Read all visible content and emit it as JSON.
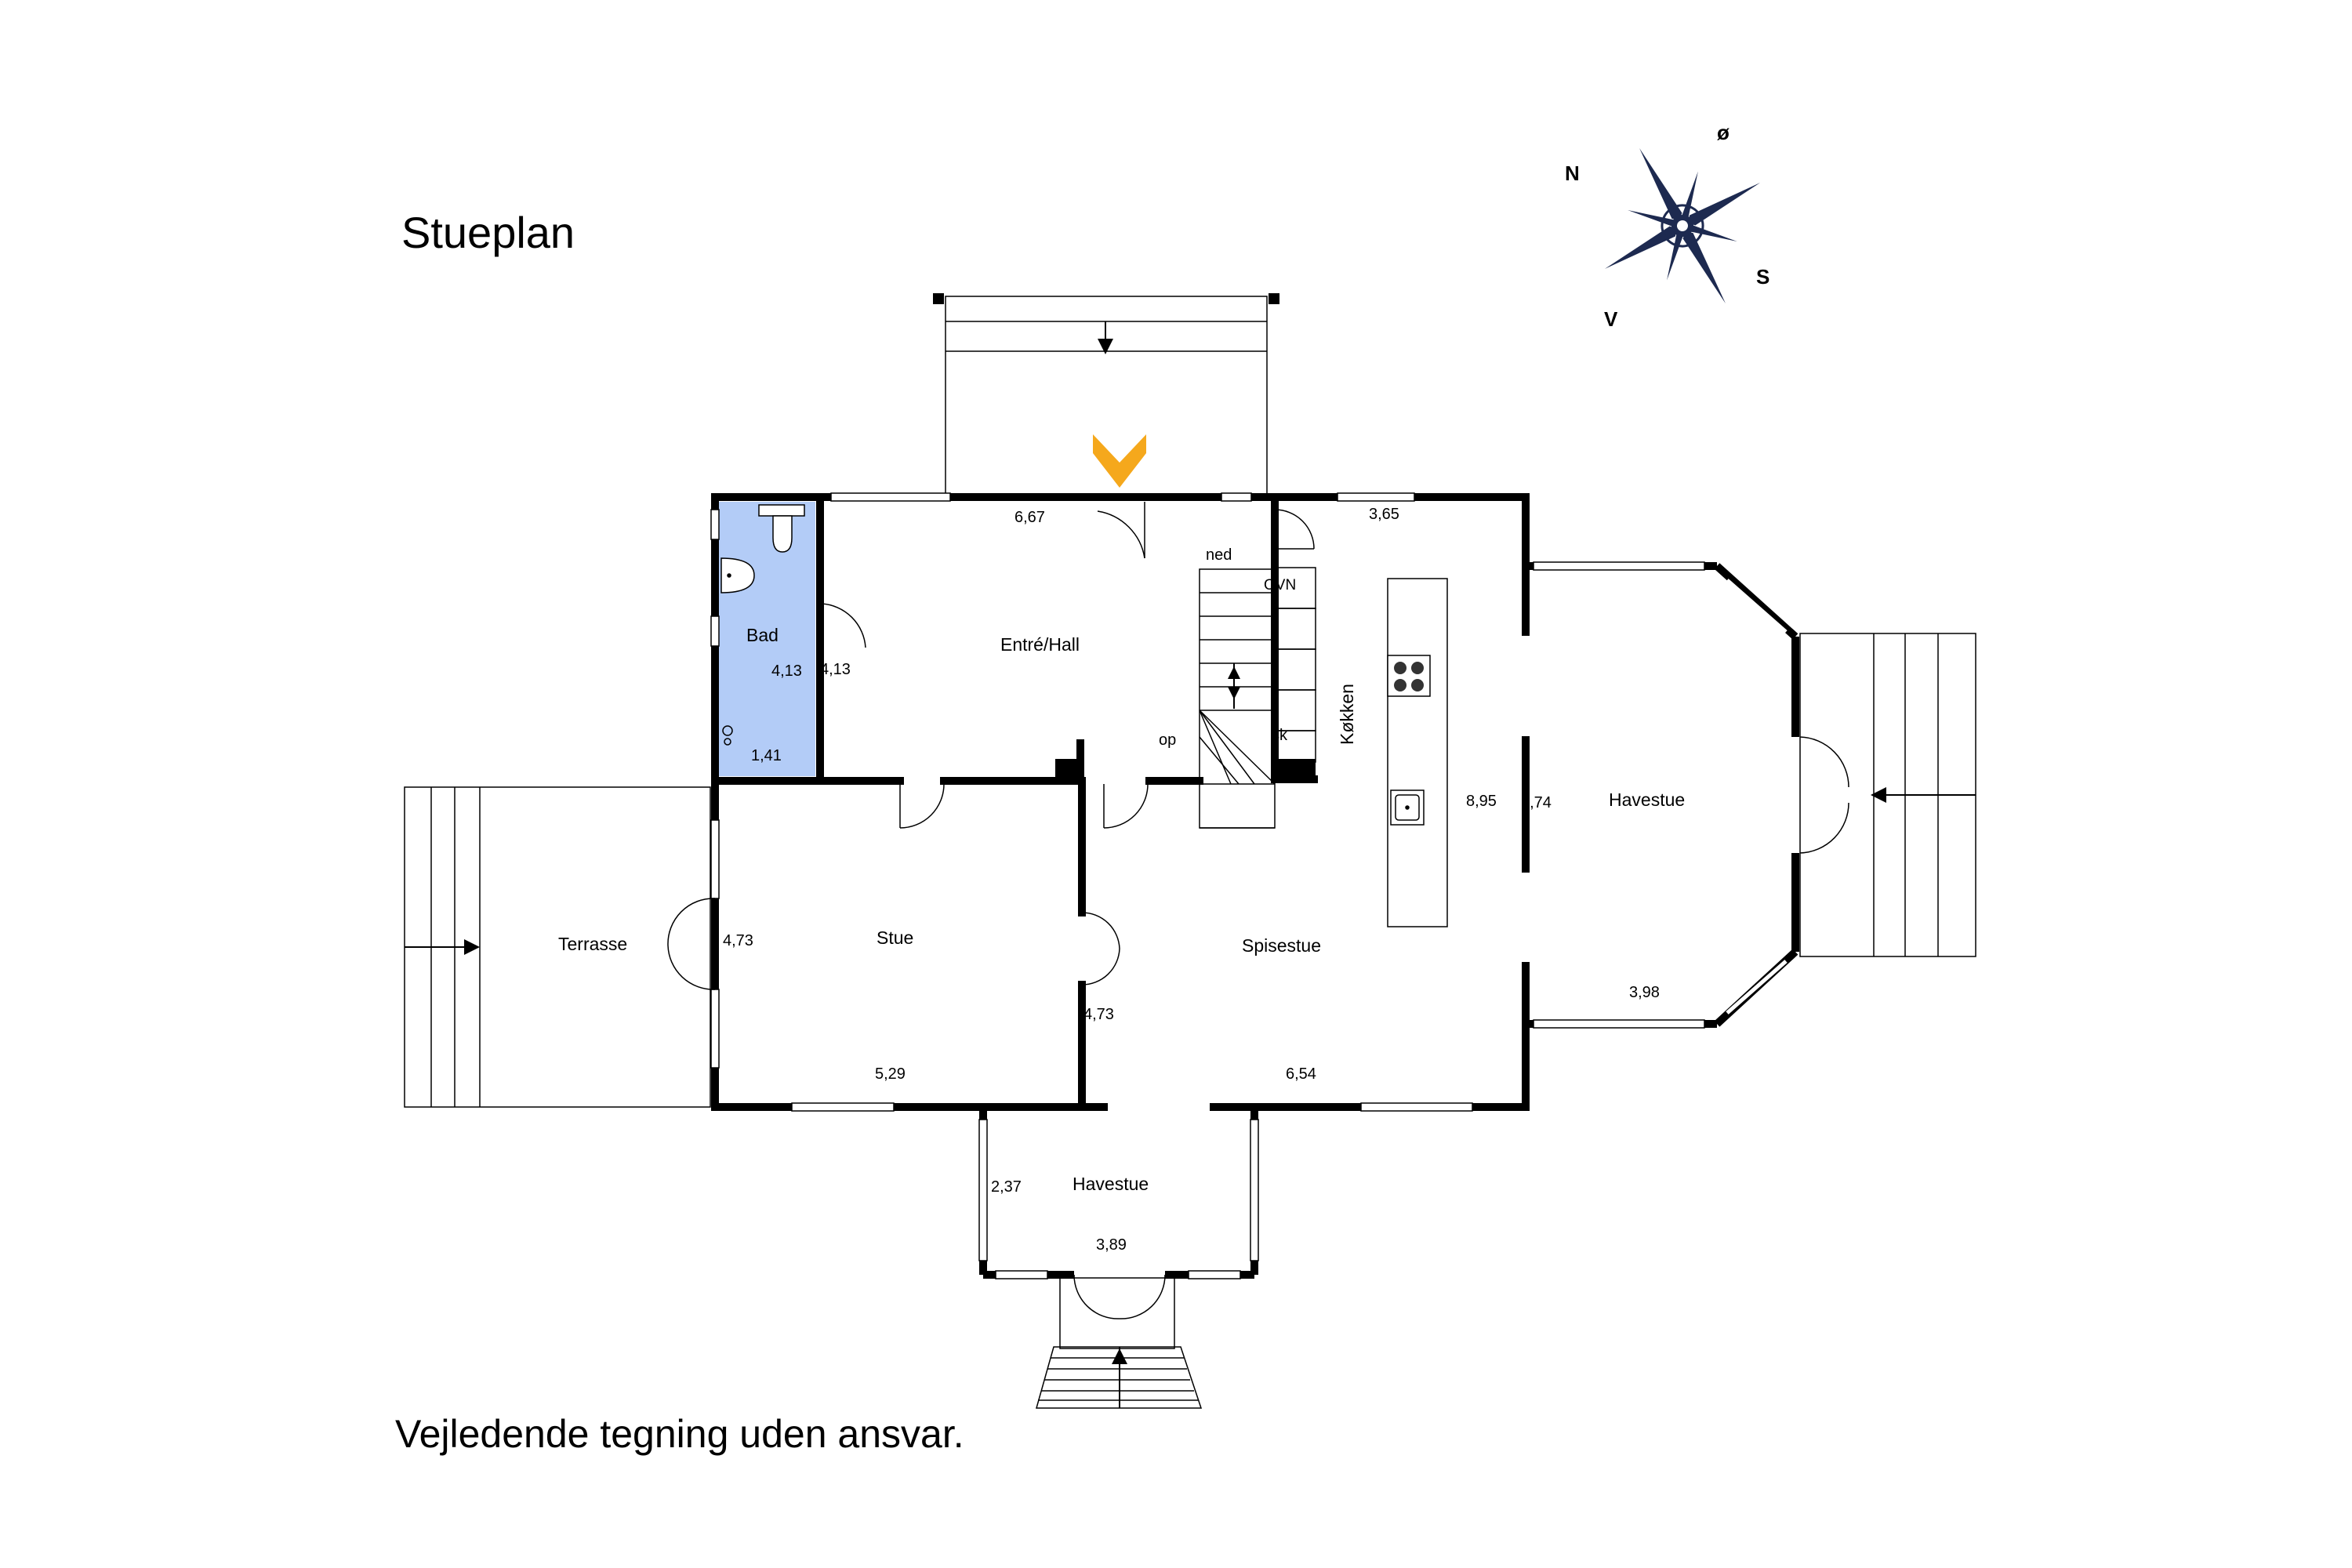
{
  "title": "Stueplan",
  "disclaimer": "Vejledende tegning uden ansvar.",
  "compass": {
    "north": "N",
    "east": "ø",
    "south": "S",
    "west": "V",
    "icon": "compass-rose-icon"
  },
  "entrance_marker": {
    "icon": "entrance-chevron-icon",
    "color": "#f5a81c"
  },
  "colors": {
    "bathroom_fill": "#b3ccf7",
    "wall": "#000000"
  },
  "rooms": {
    "bad": "Bad",
    "entre_hall": "Entré/Hall",
    "kokken": "Køkken",
    "stue": "Stue",
    "terrasse": "Terrasse",
    "spisestue": "Spisestue",
    "havestue_east": "Havestue",
    "havestue_south": "Havestue"
  },
  "dimensions": {
    "entre_width": "6,67",
    "kitchen_width": "3,65",
    "bad_height": "4,13",
    "hall_height": "4,13",
    "bad_width": "1,41",
    "kitchen_length": "8,95",
    "havestue_east_length": "6,74",
    "havestue_east_width": "3,98",
    "stue_height": "4,73",
    "spisestue_height": "4,73",
    "stue_width": "5,29",
    "spisestue_width": "6,54",
    "havestue_south_height": "2,37",
    "havestue_south_width": "3,89"
  },
  "labels": {
    "stair_down": "ned",
    "stair_up": "op",
    "oven": "OVN",
    "cabinet": "sk"
  }
}
